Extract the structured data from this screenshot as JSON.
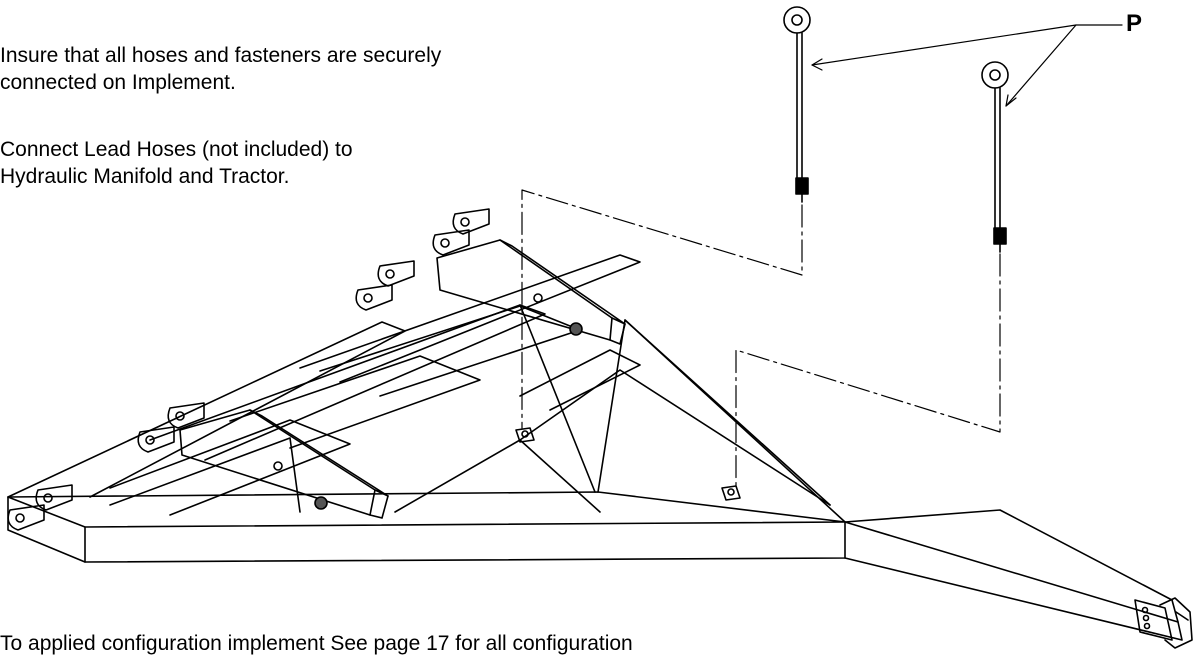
{
  "instructions": [
    "Insure that all hoses and fasteners are securely\nconnected on Implement.",
    "Connect Lead Hoses (not included) to\nHydraulic Manifold and Tractor.",
    "To applied configuration implement See page 17 for all configuration"
  ],
  "callout": {
    "label": "P"
  },
  "parts": [
    "hitch-pin",
    "hitch-pin"
  ],
  "colors": {
    "line": "#000000",
    "background": "#ffffff",
    "bolt_fill": "#555555"
  }
}
